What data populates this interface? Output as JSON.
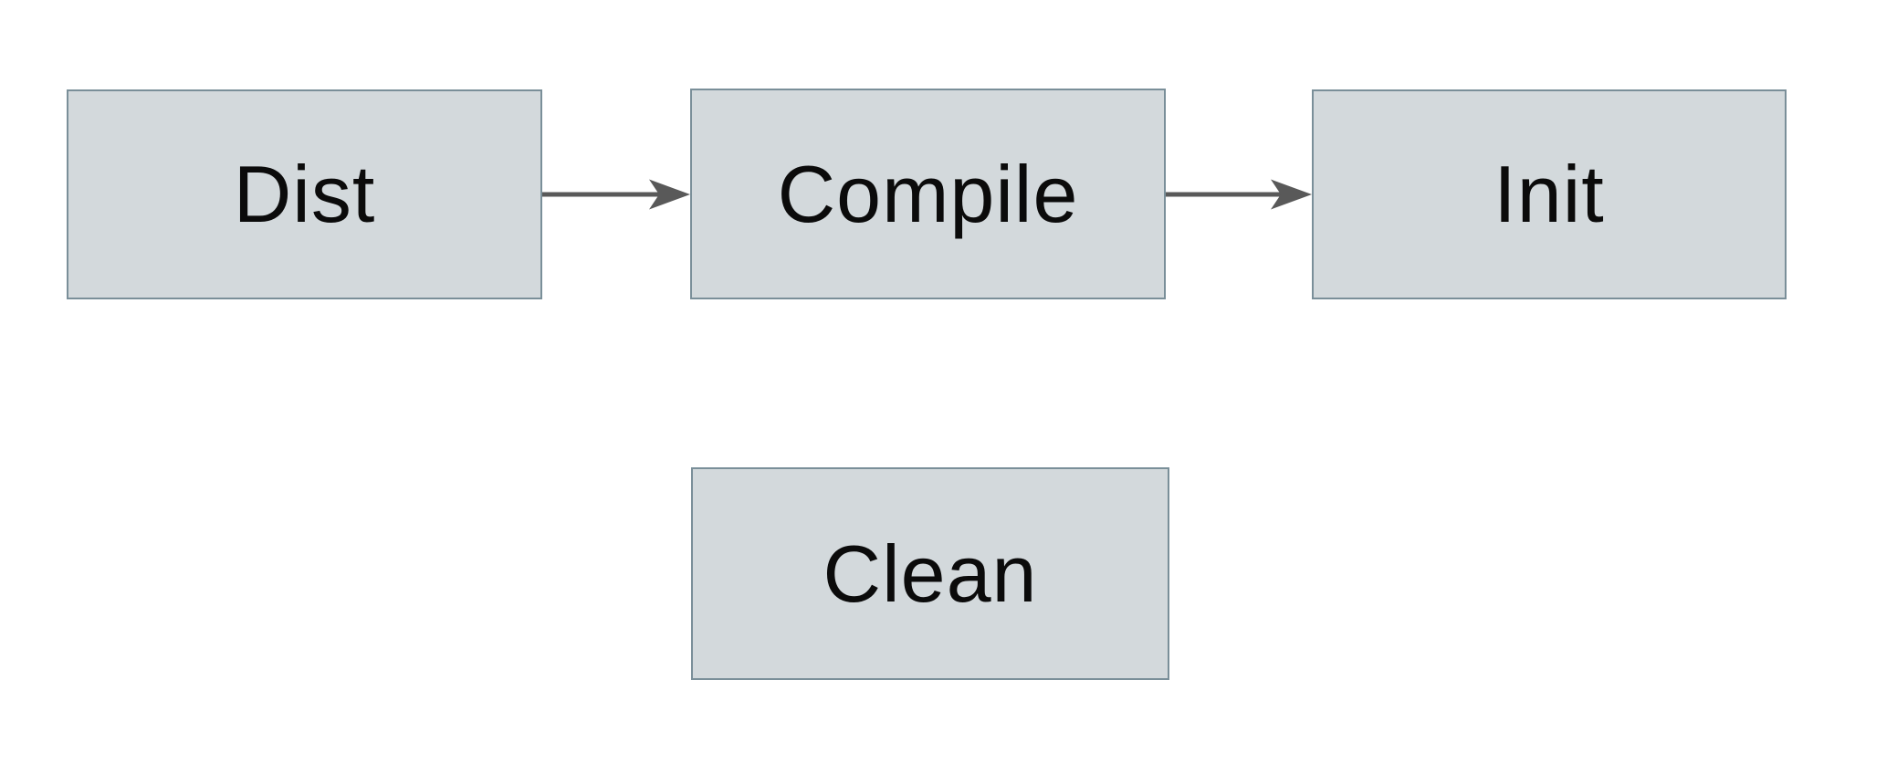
{
  "diagram": {
    "type": "flowchart",
    "background_color": "#ffffff",
    "node_fill_color": "#d3d9dc",
    "node_border_color": "#7a8f99",
    "arrow_color": "#595959",
    "text_color": "#0b0b0b",
    "nodes": [
      {
        "id": "dist",
        "label": "Dist"
      },
      {
        "id": "compile",
        "label": "Compile"
      },
      {
        "id": "init",
        "label": "Init"
      },
      {
        "id": "clean",
        "label": "Clean"
      }
    ],
    "edges": [
      {
        "from": "dist",
        "to": "compile",
        "style": "solid-arrow"
      },
      {
        "from": "compile",
        "to": "init",
        "style": "solid-arrow"
      }
    ]
  }
}
